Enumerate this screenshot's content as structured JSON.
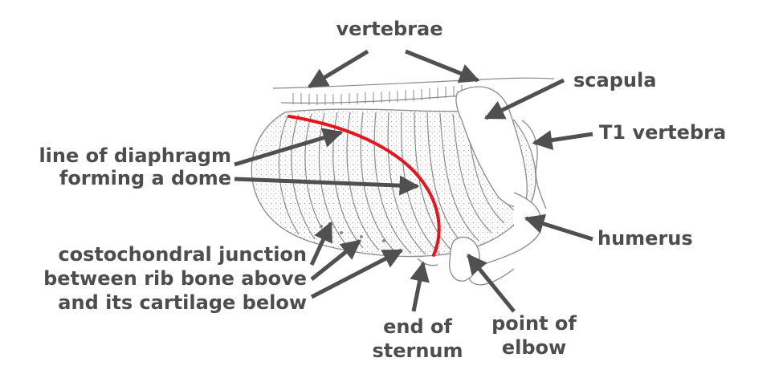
{
  "labels": {
    "vertebrae": "vertebrae",
    "scapula": "scapula",
    "t1_vertebra": "T1 vertebra",
    "diaphragm_line1": "line of diaphragm",
    "diaphragm_line2": "forming a dome",
    "humerus": "humerus",
    "costo_line1": "costochondral junction",
    "costo_line2": "between rib bone above",
    "costo_line3": "and its cartilage below",
    "sternum_line1": "end of",
    "sternum_line2": "sternum",
    "elbow_line1": "point of",
    "elbow_line2": "elbow"
  },
  "colors": {
    "label_text": "#4d4d4d",
    "arrow": "#505050",
    "diaphragm_line": "#e8141c",
    "sketch": "#8a8a8a"
  }
}
